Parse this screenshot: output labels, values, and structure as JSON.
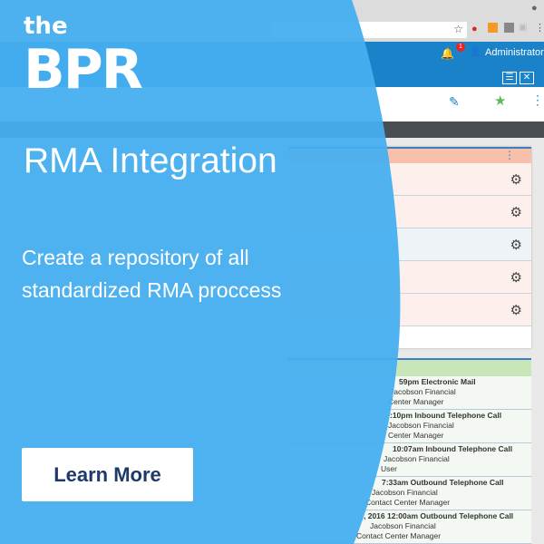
{
  "browser": {
    "icons": [
      "star-icon",
      "pinterest-icon",
      "analytics-icon",
      "extension-icon",
      "camera-icon",
      "menu-dots-icon",
      "profile-icon"
    ]
  },
  "appbar": {
    "notification_count": "1",
    "user": "Administrator"
  },
  "panel1": {
    "rows": 5
  },
  "activity": [
    {
      "line1": "59pm Electronic Mail",
      "line2": "Jacobson Financial",
      "line3": "Center Manager"
    },
    {
      "line1": ":10pm Inbound Telephone Call",
      "line2": "Jacobson Financial",
      "line3": "Center Manager"
    },
    {
      "line1": "10:07am Inbound Telephone Call",
      "line2": "Jacobson Financial",
      "line3": "User"
    },
    {
      "line1": "7:33am Outbound Telephone Call",
      "line2": "Jacobson Financial",
      "line3": "Contact Center Manager"
    },
    {
      "line1": ", 2016 12:00am Outbound Telephone Call",
      "line2": "Jacobson Financial",
      "line3": "Contact Center Manager"
    }
  ],
  "ad": {
    "logo_small": "the",
    "logo_big": "BPR",
    "title": "RMA Integration",
    "subtitle": "Create a repository of all standardized RMA proccess",
    "cta": "Learn More"
  },
  "colors": {
    "overlay": "#45aef0",
    "appbar": "#1a82c8",
    "cta_text": "#1d3a6b"
  }
}
